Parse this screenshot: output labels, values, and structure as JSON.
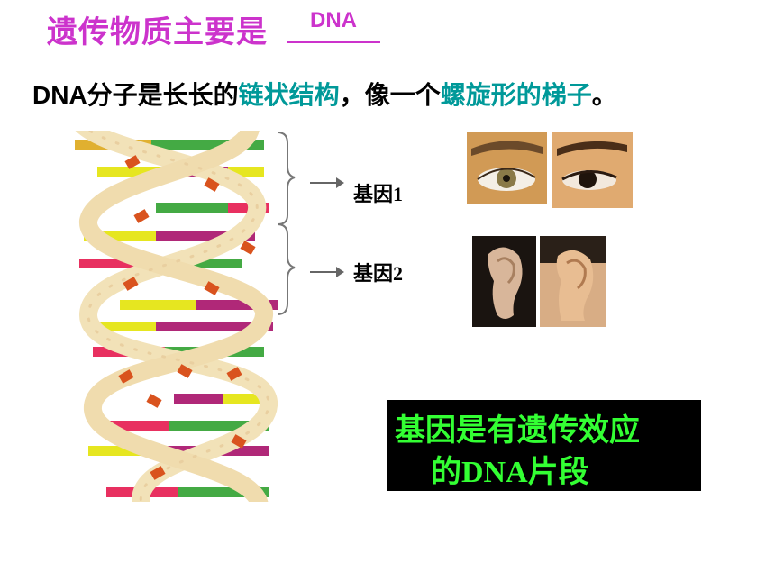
{
  "title": {
    "prefix": "遗传物质主要是",
    "answer": "DNA"
  },
  "sentence": {
    "part1": "DNA分子是长长的",
    "term1": "链状结构",
    "part2": "，像一个",
    "term2": "螺旋形的梯子",
    "part3": "。"
  },
  "genes": {
    "gene1": "基因1",
    "gene2": "基因2"
  },
  "note": {
    "line1": "基因是有遗传效应",
    "line2": "的DNA片段"
  }
}
